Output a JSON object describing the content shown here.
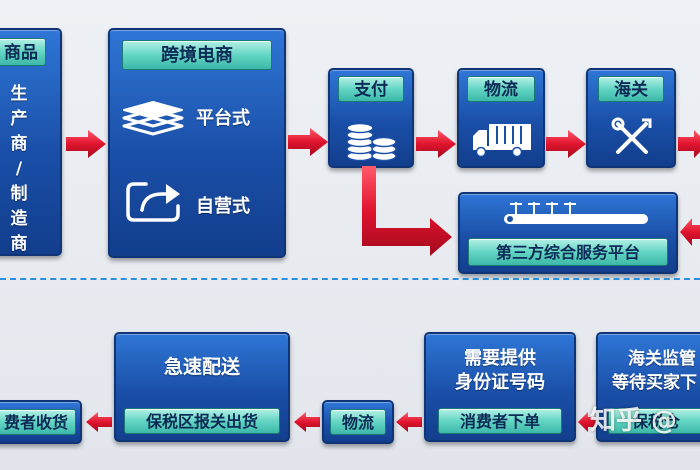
{
  "top": {
    "goods_label": "商品",
    "manufacturer_chars": [
      "生",
      "产",
      "商",
      "/",
      "制",
      "造",
      "商"
    ],
    "ecommerce_label": "跨境电商",
    "platform_mode": "平台式",
    "self_operated_mode": "自营式",
    "payment_label": "支付",
    "logistics_label": "物流",
    "customs_label": "海关",
    "third_party_label": "第三方综合服务平台"
  },
  "bottom": {
    "consumer_receive_label": "费者收货",
    "fast_delivery_title": "急速配送",
    "bonded_label": "保税区报关出货",
    "logistics_label": "物流",
    "id_line1": "需要提供",
    "id_line2": "身份证号码",
    "consumer_order_label": "消费者下单",
    "customs_line1": "海关监管",
    "customs_line2": "等待买家下",
    "warehouse_label": "保税仓"
  },
  "watermark": "知乎 @",
  "colors": {
    "box_blue": "#1a4fa8",
    "label_teal": "#63d5c4",
    "arrow_red": "#d8102a",
    "divider": "#2a8fd8"
  },
  "icons": [
    "stack-icon",
    "share-icon",
    "coins-icon",
    "truck-icon",
    "tools-icon",
    "conveyor-icon"
  ]
}
